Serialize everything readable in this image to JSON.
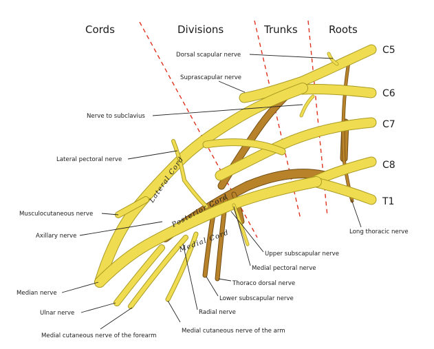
{
  "headers": {
    "cords": "Cords",
    "divisions": "Divisions",
    "trunks": "Trunks",
    "roots": "Roots"
  },
  "roots": {
    "c5": "C5",
    "c6": "C6",
    "c7": "C7",
    "c8": "C8",
    "t1": "T1"
  },
  "cords": {
    "lateral": "Lateral Cord",
    "posterior": "Posterior Cord",
    "medial": "Medial Cord"
  },
  "nerves": {
    "dorsal_scapular": "Dorsal scapular nerve",
    "suprascapular": "Suprascapular nerve",
    "subclavius": "Nerve to subclavius",
    "lateral_pectoral": "Lateral pectoral nerve",
    "musculocutaneous": "Musculocutaneous nerve",
    "axillary": "Axillary nerve",
    "median": "Median nerve",
    "ulnar": "Ulnar nerve",
    "medial_cut_forearm": "Medial cutaneous nerve of the forearm",
    "medial_cut_arm": "Medial cutaneous nerve of the arm",
    "radial": "Radial nerve",
    "lower_subscapular": "Lower subscapular nerve",
    "thoracodorsal": "Thoraco dorsal nerve",
    "medial_pectoral": "Medial pectoral nerve",
    "upper_subscapular": "Upper subscapular nerve",
    "long_thoracic": "Long thoracic nerve"
  },
  "colors": {
    "nerve_fill": "#f0dc50",
    "nerve_outline": "#a89a22",
    "posterior_fill": "#b8822a",
    "separator": "#e0301e"
  }
}
